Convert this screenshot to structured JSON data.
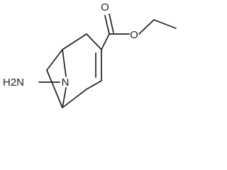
{
  "molecule": {
    "atom_labels": {
      "carbonyl_oxygen": "O",
      "ester_oxygen": "O",
      "bridge_nitrogen": "N",
      "amino_group": "H2N"
    }
  }
}
